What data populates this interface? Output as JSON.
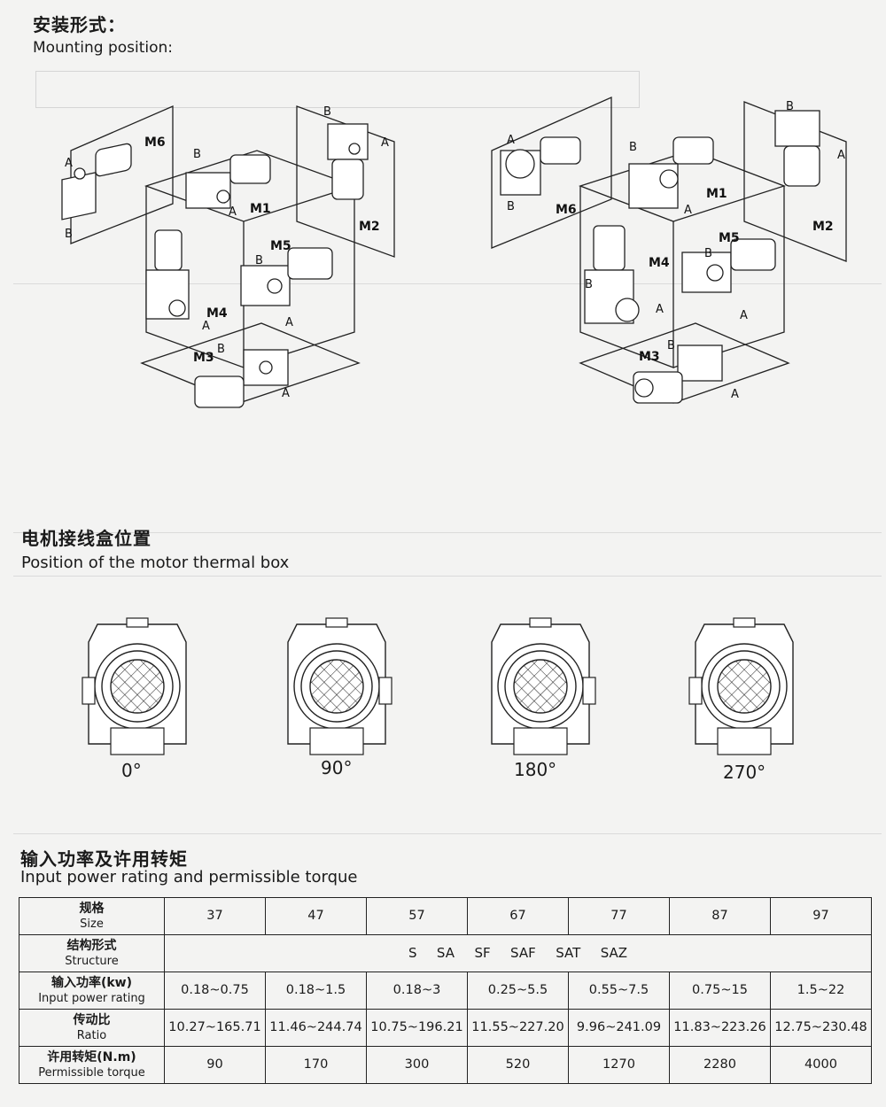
{
  "mounting": {
    "title_cn": "安装形式：",
    "title_en": "Mounting position:",
    "labels": {
      "m1": "M1",
      "m2": "M2",
      "m3": "M3",
      "m4": "M4",
      "m5": "M5",
      "m6": "M6",
      "a": "A",
      "b": "B"
    }
  },
  "thermal_box": {
    "title_cn": "电机接线盒位置",
    "title_en": "Position of the motor thermal box",
    "positions": [
      "0°",
      "90°",
      "180°",
      "270°"
    ]
  },
  "power_table": {
    "title_cn": "输入功率及许用转矩",
    "title_en": "Input power rating and permissible torque",
    "rows": {
      "size": {
        "label_cn": "规格",
        "label_en": "Size",
        "values": [
          "37",
          "47",
          "57",
          "67",
          "77",
          "87",
          "97"
        ]
      },
      "structure": {
        "label_cn": "结构形式",
        "label_en": "Structure",
        "values": [
          "S",
          "SA",
          "SF",
          "SAF",
          "SAT",
          "SAZ"
        ]
      },
      "input_power": {
        "label_cn": "输入功率(kw)",
        "label_en": "Input power rating",
        "values": [
          "0.18~0.75",
          "0.18~1.5",
          "0.18~3",
          "0.25~5.5",
          "0.55~7.5",
          "0.75~15",
          "1.5~22"
        ]
      },
      "ratio": {
        "label_cn": "传动比",
        "label_en": "Ratio",
        "values": [
          "10.27~165.71",
          "11.46~244.74",
          "10.75~196.21",
          "11.55~227.20",
          "9.96~241.09",
          "11.83~223.26",
          "12.75~230.48"
        ]
      },
      "torque": {
        "label_cn": "许用转矩(N.m)",
        "label_en": "Permissible torque",
        "values": [
          "90",
          "170",
          "300",
          "520",
          "1270",
          "2280",
          "4000"
        ]
      }
    }
  }
}
